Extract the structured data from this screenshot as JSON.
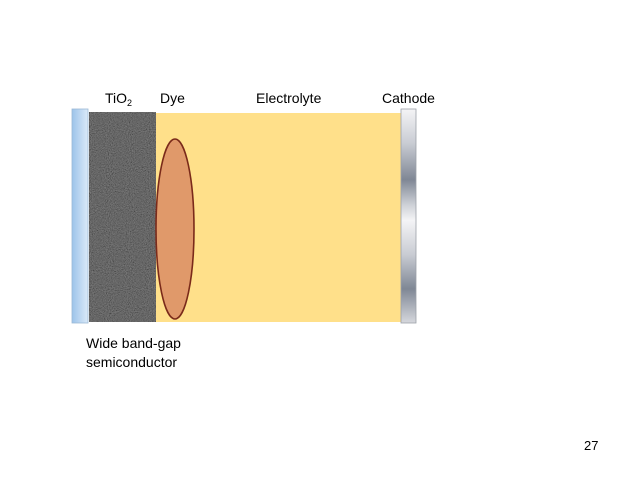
{
  "labels": {
    "tio2_main": "TiO",
    "tio2_sub": "2",
    "dye": "Dye",
    "electrolyte": "Electrolyte",
    "cathode": "Cathode"
  },
  "caption": {
    "line1": "Wide band-gap",
    "line2": "semiconductor"
  },
  "page_number": "27",
  "colors": {
    "glass_light": "#dbeaf8",
    "glass_dark": "#9cc3ea",
    "tio2_base": "#8c8c8c",
    "electrolyte": "#ffe08a",
    "dye_fill": "#e0996a",
    "dye_stroke": "#7a2a1a",
    "cathode_light": "#f4f4f6",
    "cathode_dark": "#7f8795"
  }
}
